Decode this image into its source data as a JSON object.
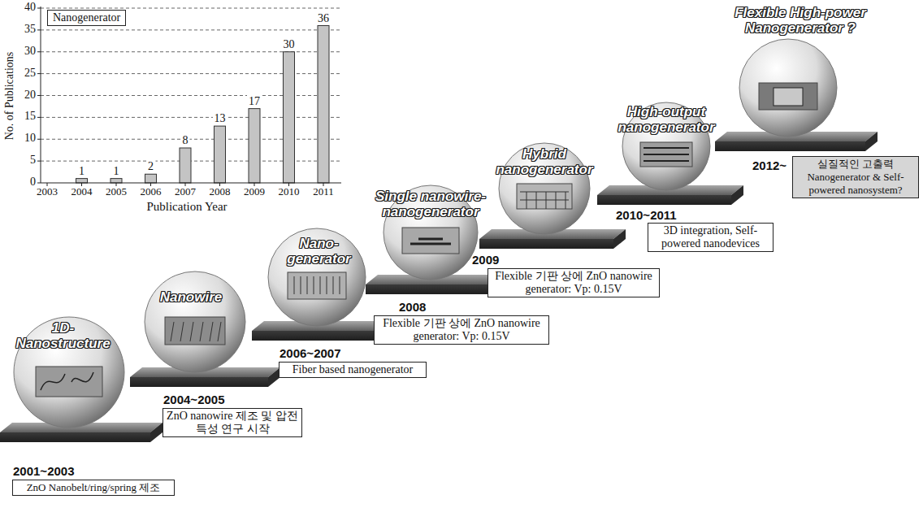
{
  "diagram": {
    "nodes": [
      {
        "text": [
          "Nanogenerator"
        ]
      },
      {
        "text": [
          "2001~2003",
          "ZnO Nanobelt/ring/spring 제조"
        ]
      },
      {
        "text": [
          "2004~2005",
          "ZnO nanowire 제조 및 압전 특성 연구 시작"
        ]
      },
      {
        "text": [
          "2006~2007",
          "Fiber based nanogenerator"
        ]
      },
      {
        "text": [
          "2008",
          "Flexible 기판 상에 ZnO nanowire generator: Vp: 0.15V"
        ]
      },
      {
        "text": [
          "2009",
          "Flexible 기판 상에 ZnO nanowire generator: Vp: 0.15V"
        ]
      },
      {
        "text": [
          "2010~2011",
          "3D integration, Self-powered nanodevices"
        ]
      },
      {
        "text": [
          "2012~",
          "실질적인 고출력 Nanogenerator & Self-powered nanosystem?"
        ]
      }
    ],
    "labels": [
      "0",
      "5",
      "10",
      "15",
      "20",
      "25",
      "30",
      "35",
      "40",
      "2003",
      "2004",
      "2005",
      "2006",
      "2007",
      "2008",
      "2009",
      "2010",
      "2011",
      "1",
      "1",
      "2",
      "8",
      "13",
      "17",
      "30",
      "36",
      "Publication Year",
      "No. of Publications",
      "1D- Nanostructure",
      "Nanowire",
      "Nano- generator",
      "Single nanowire- nanogenerator",
      "Hybrid nanogenerator",
      "High-output nanogenerator",
      "Flexible High-power Nanogenerator ?"
    ]
  }
}
